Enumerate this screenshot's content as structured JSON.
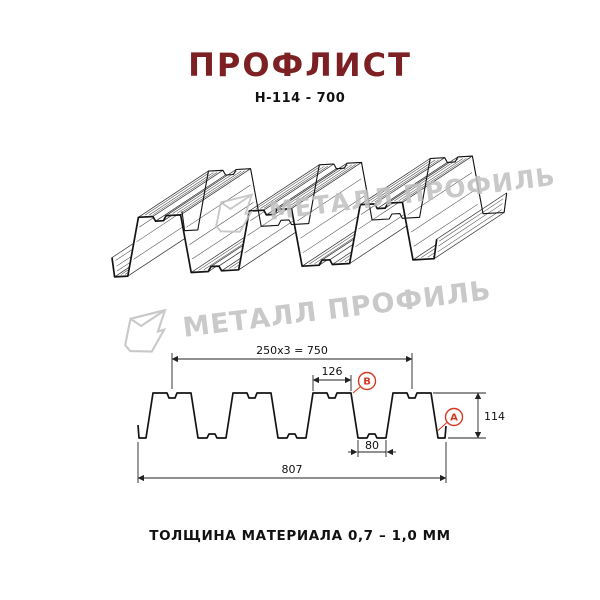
{
  "header": {
    "title": "ПРОФЛИСТ",
    "subtitle": "Н-114 - 700"
  },
  "watermarks": {
    "brand": "МЕТАЛЛ ПРОФИЛЬ"
  },
  "diagram": {
    "dim_pitch_total": "250х3 = 750",
    "dim_rib_width": "126",
    "dim_profile_height": "114",
    "dim_valley_width": "80",
    "dim_overall_width": "807",
    "point_b": "В",
    "point_a": "А"
  },
  "footer": {
    "thickness_note": "ТОЛЩИНА МАТЕРИАЛА 0,7 – 1,0 ММ"
  },
  "colors": {
    "title_maroon": "#7d2023",
    "marker_red": "#d43a23",
    "watermark_gray": "#c0c0c0",
    "line_black": "#141414"
  }
}
